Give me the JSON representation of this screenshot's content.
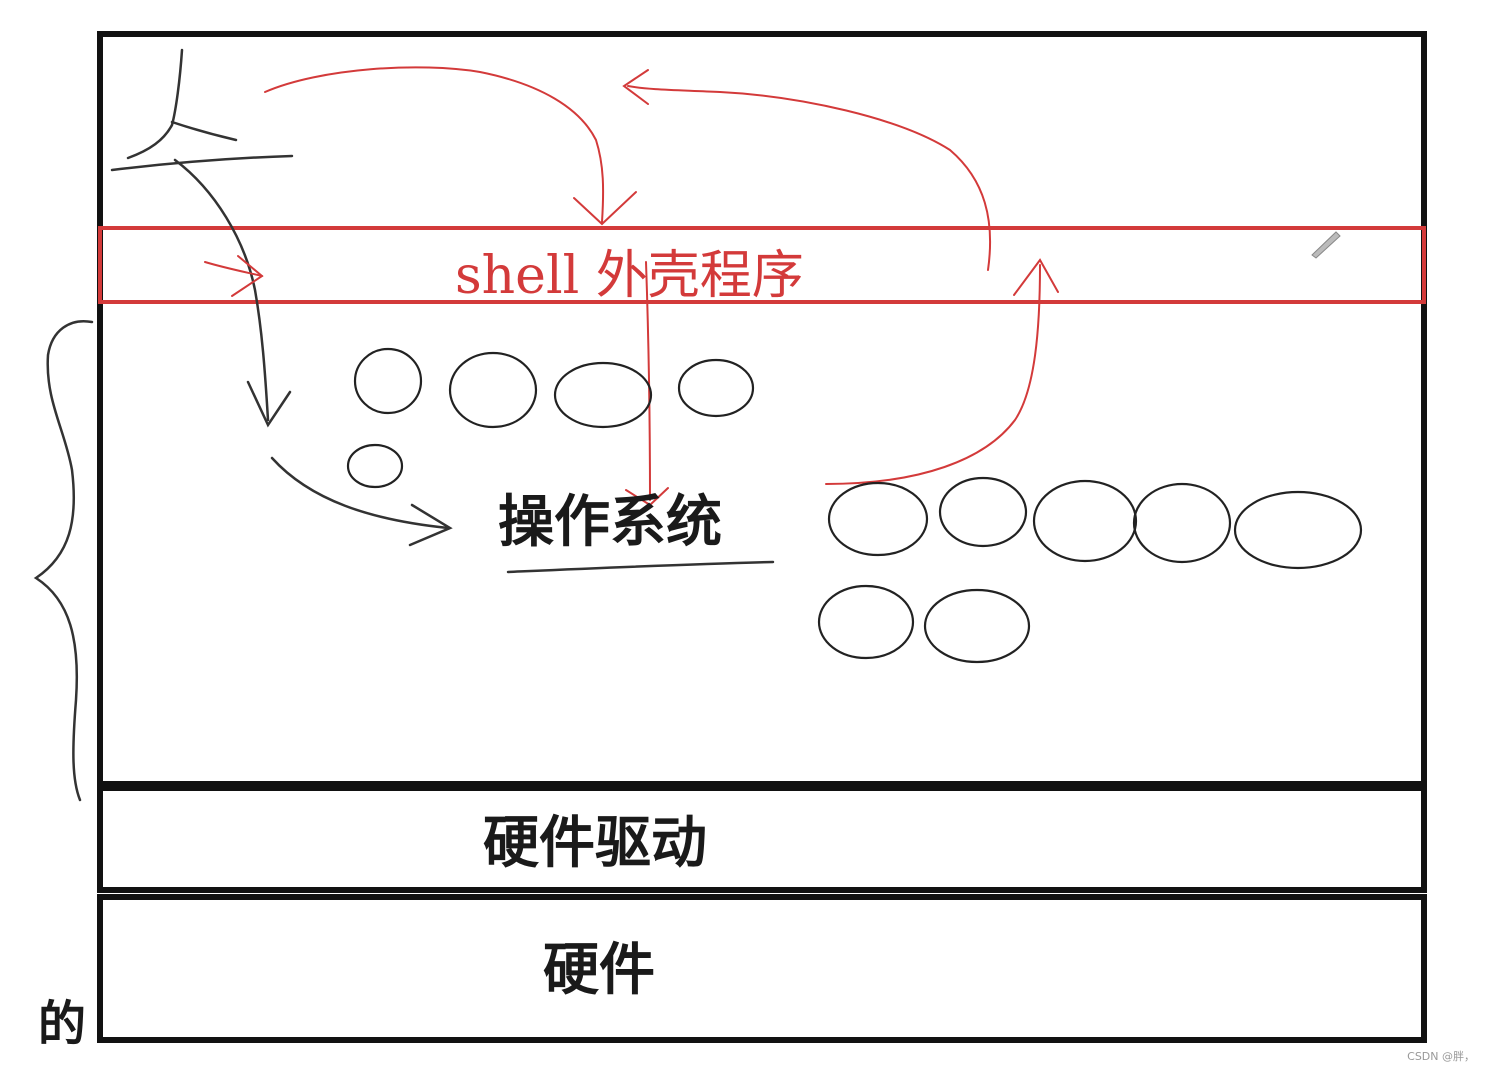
{
  "diagram": {
    "shell_label": "shell 外壳程序",
    "os_label": "操作系统",
    "driver_label": "硬件驱动",
    "hardware_label": "硬件",
    "side_char": "的",
    "person_glyph": "人"
  },
  "watermark": "CSDN @胖，",
  "colors": {
    "ink": "#1a1a1a",
    "shell_red": "#d33a3a",
    "sketch": "#333333"
  }
}
